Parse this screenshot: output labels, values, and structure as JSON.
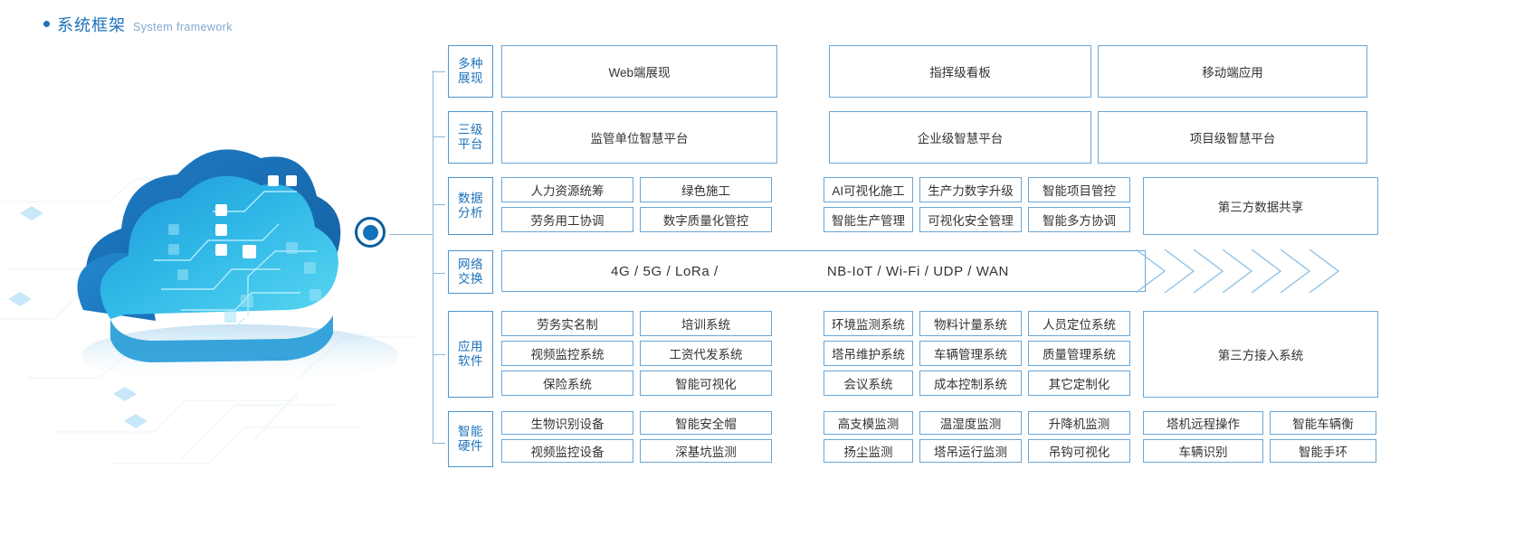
{
  "header": {
    "bullet": "bullet-dot",
    "title_cn": "系统框架",
    "title_en": "System framework"
  },
  "illustration": {
    "name": "cloud-platform-illustration",
    "hub_label": "connector-node",
    "colors": {
      "cloud_dark": "#1a6fb5",
      "cloud_mid": "#1c8ed0",
      "cloud_light": "#3fc6ea",
      "accent": "#1273bb",
      "line": "#8fb6d6"
    }
  },
  "rows": [
    {
      "id": "presentation",
      "label_line1": "多种",
      "label_line2": "展现",
      "groups": [
        {
          "id": "g1",
          "items": [
            "Web端展现"
          ]
        },
        {
          "id": "g2",
          "items": [
            "指挥级看板"
          ]
        },
        {
          "id": "g3",
          "items": [
            "移动端应用"
          ]
        }
      ]
    },
    {
      "id": "platform",
      "label_line1": "三级",
      "label_line2": "平台",
      "groups": [
        {
          "id": "g1",
          "items": [
            "监管单位智慧平台"
          ]
        },
        {
          "id": "g2",
          "items": [
            "企业级智慧平台"
          ]
        },
        {
          "id": "g3",
          "items": [
            "项目级智慧平台"
          ]
        }
      ]
    },
    {
      "id": "data-analysis",
      "label_line1": "数据",
      "label_line2": "分析",
      "left_cols": [
        [
          "人力资源统筹",
          "劳务用工协调"
        ],
        [
          "绿色施工",
          "数字质量化管控"
        ]
      ],
      "right_cols": [
        [
          "AI可视化施工",
          "智能生产管理"
        ],
        [
          "生产力数字升级",
          "可视化安全管理"
        ],
        [
          "智能项目管控",
          "智能多方协调"
        ]
      ],
      "tall_box": "第三方数据共享"
    },
    {
      "id": "network",
      "label_line1": "网络",
      "label_line2": "交换",
      "text_left": "4G / 5G / LoRa /",
      "text_right": "NB-IoT / Wi-Fi / UDP / WAN",
      "chevron_count": 7
    },
    {
      "id": "application-software",
      "label_line1": "应用",
      "label_line2": "软件",
      "left_cols": [
        [
          "劳务实名制",
          "视频监控系统",
          "保险系统"
        ],
        [
          "培训系统",
          "工资代发系统",
          "智能可视化"
        ]
      ],
      "right_cols": [
        [
          "环境监测系统",
          "塔吊维护系统",
          "会议系统"
        ],
        [
          "物料计量系统",
          "车辆管理系统",
          "成本控制系统"
        ],
        [
          "人员定位系统",
          "质量管理系统",
          "其它定制化"
        ]
      ],
      "tall_box": "第三方接入系统"
    },
    {
      "id": "smart-hardware",
      "label_line1": "智能",
      "label_line2": "硬件",
      "left_cols": [
        [
          "生物识别设备",
          "视频监控设备"
        ],
        [
          "智能安全帽",
          "深基坑监测"
        ]
      ],
      "right_cols": [
        [
          "高支模监测",
          "扬尘监测"
        ],
        [
          "温湿度监测",
          "塔吊运行监测"
        ],
        [
          "升降机监测",
          "吊钩可视化"
        ],
        [
          "塔机远程操作",
          "车辆识别"
        ],
        [
          "智能车辆衡",
          "智能手环"
        ]
      ]
    }
  ]
}
